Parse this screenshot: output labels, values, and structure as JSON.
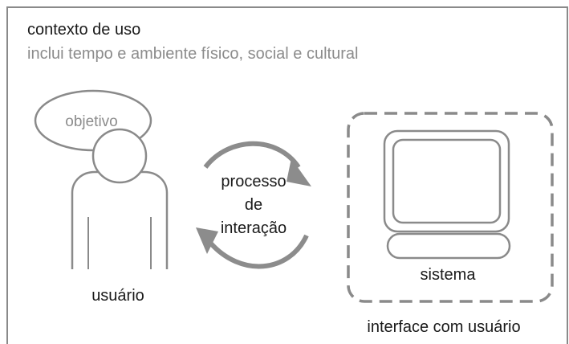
{
  "context": {
    "title": "contexto de uso",
    "subtitle": "inclui tempo e ambiente físico, social e cultural"
  },
  "user": {
    "goal_label": "objetivo",
    "label": "usuário"
  },
  "process": {
    "line1": "processo",
    "line2": "de",
    "line3": "interação"
  },
  "system": {
    "label": "sistema",
    "interface_label": "interface com usuário"
  },
  "colors": {
    "outline": "#8a8a8a",
    "arrow": "#8c8c8c",
    "text": "#1a1a1a",
    "muted_text": "#8c8c8c"
  }
}
